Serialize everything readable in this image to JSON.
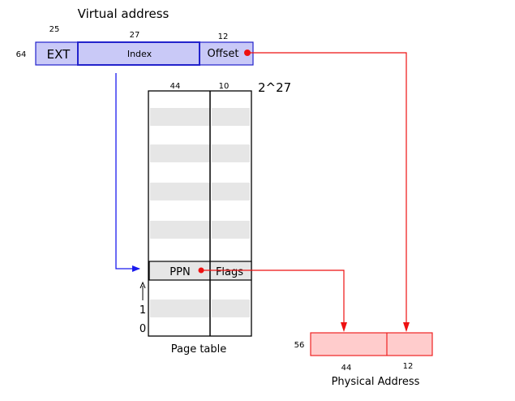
{
  "virtual_address": {
    "title": "Virtual address",
    "total_bits": "64",
    "fields": [
      {
        "label": "EXT",
        "bits": "25"
      },
      {
        "label": "Index",
        "bits": "27"
      },
      {
        "label": "Offset",
        "bits": "12"
      }
    ]
  },
  "page_table": {
    "title": "Page table",
    "column_bits": [
      "44",
      "10"
    ],
    "entries_count": "2^27",
    "entry": {
      "ppn": "PPN",
      "flags": "Flags"
    },
    "row_labels": [
      "1",
      "0"
    ]
  },
  "physical_address": {
    "title": "Physical Address",
    "total_bits": "56",
    "field_bits": [
      "44",
      "12"
    ]
  },
  "colors": {
    "va_fill": "#c9c9f7",
    "va_stroke": "#2222cc",
    "pa_fill": "#ffcccc",
    "pa_stroke": "#ee2222",
    "row_gray": "#e6e6e6",
    "blue_arrow": "#1a1aee",
    "red_arrow": "#ee1111"
  }
}
